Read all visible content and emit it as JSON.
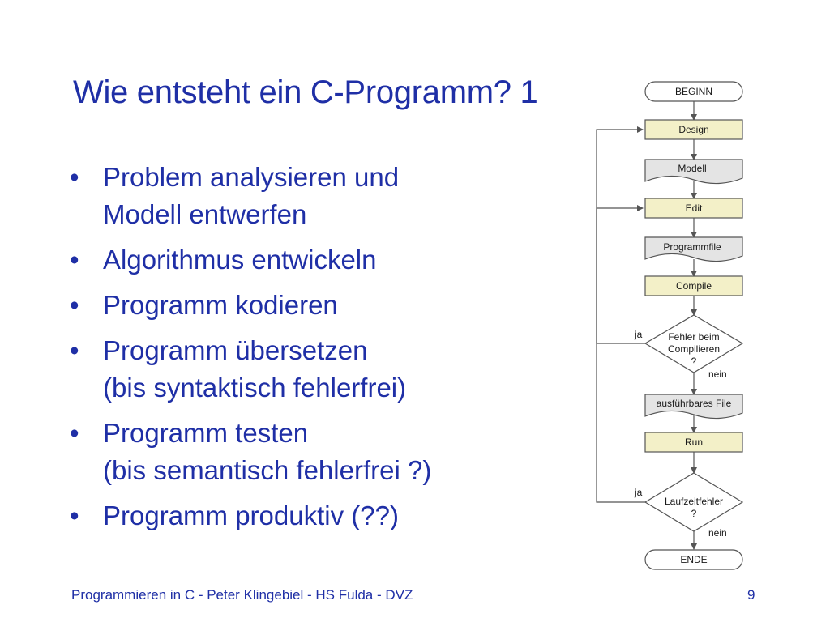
{
  "slide": {
    "title": "Wie entsteht ein C-Programm? 1",
    "footer": "Programmieren in C - Peter Klingebiel - HS Fulda - DVZ",
    "page_number": "9"
  },
  "bullets": [
    {
      "lines": [
        "Problem analysieren und",
        "Modell entwerfen"
      ]
    },
    {
      "lines": [
        "Algorithmus entwickeln"
      ]
    },
    {
      "lines": [
        "Programm kodieren"
      ]
    },
    {
      "lines": [
        "Programm übersetzen",
        "(bis syntaktisch fehlerfrei)"
      ]
    },
    {
      "lines": [
        "Programm testen",
        "(bis semantisch fehlerfrei ?)"
      ]
    },
    {
      "lines": [
        "Programm produktiv (??)"
      ]
    }
  ],
  "bullet_symbol": "•",
  "flowchart": {
    "nodes": [
      {
        "id": "beginn",
        "shape": "terminal",
        "label": "BEGINN"
      },
      {
        "id": "design",
        "shape": "process",
        "label": "Design"
      },
      {
        "id": "modell",
        "shape": "document",
        "label": "Modell"
      },
      {
        "id": "edit",
        "shape": "process",
        "label": "Edit"
      },
      {
        "id": "programmfile",
        "shape": "document",
        "label": "Programmfile"
      },
      {
        "id": "compile",
        "shape": "process",
        "label": "Compile"
      },
      {
        "id": "fehler",
        "shape": "decision",
        "label_lines": [
          "Fehler beim",
          "Compilieren",
          "?"
        ]
      },
      {
        "id": "ausfuehrbar",
        "shape": "document",
        "label": "ausführbares File"
      },
      {
        "id": "run",
        "shape": "process",
        "label": "Run"
      },
      {
        "id": "laufzeit",
        "shape": "decision",
        "label_lines": [
          "Laufzeitfehler",
          "?"
        ]
      },
      {
        "id": "ende",
        "shape": "terminal",
        "label": "ENDE"
      }
    ],
    "edge_labels": {
      "yes": "ja",
      "no": "nein"
    },
    "colors": {
      "process_fill": "#f3f0c8",
      "document_fill": "#e4e4e4",
      "shape_stroke": "#555555",
      "line": "#555555"
    }
  }
}
